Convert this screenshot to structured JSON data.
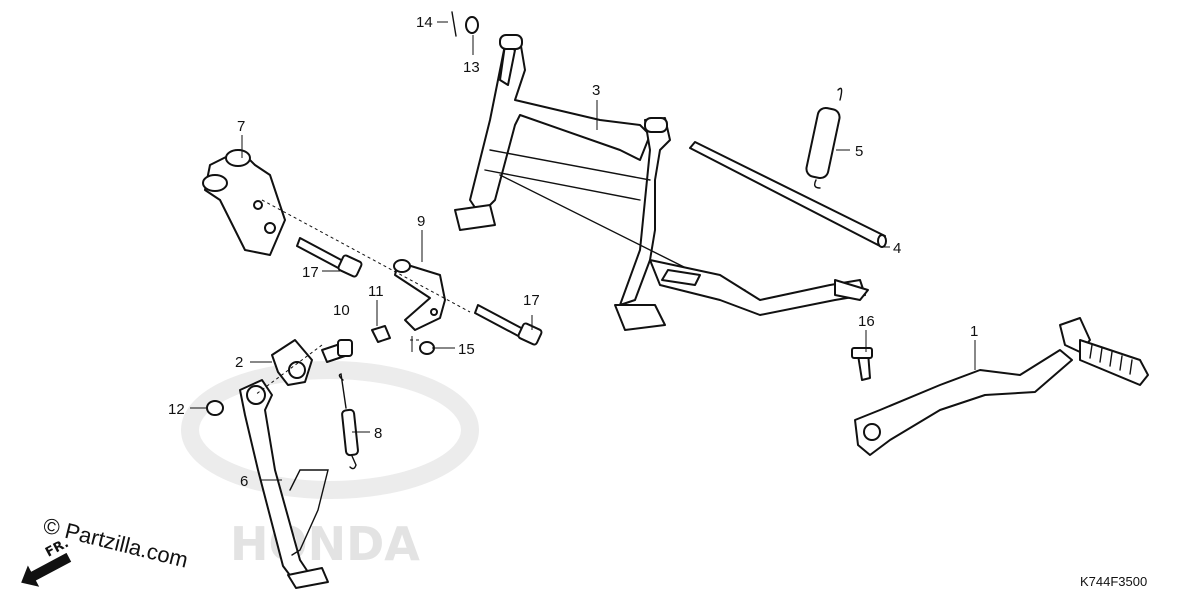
{
  "diagram": {
    "callouts": [
      {
        "id": "callout-1",
        "label": "1"
      },
      {
        "id": "callout-2",
        "label": "2"
      },
      {
        "id": "callout-3",
        "label": "3"
      },
      {
        "id": "callout-4",
        "label": "4"
      },
      {
        "id": "callout-5",
        "label": "5"
      },
      {
        "id": "callout-6",
        "label": "6"
      },
      {
        "id": "callout-7",
        "label": "7"
      },
      {
        "id": "callout-8",
        "label": "8"
      },
      {
        "id": "callout-9",
        "label": "9"
      },
      {
        "id": "callout-10",
        "label": "10"
      },
      {
        "id": "callout-11",
        "label": "11"
      },
      {
        "id": "callout-12",
        "label": "12"
      },
      {
        "id": "callout-13",
        "label": "13"
      },
      {
        "id": "callout-14",
        "label": "14"
      },
      {
        "id": "callout-15",
        "label": "15"
      },
      {
        "id": "callout-16",
        "label": "16"
      },
      {
        "id": "callout-17a",
        "label": "17"
      },
      {
        "id": "callout-17b",
        "label": "17"
      }
    ],
    "copyright": "© Partzilla.com",
    "direction_indicator": "FR.",
    "diagram_code": "K744F3500",
    "watermark": "HONDA"
  }
}
